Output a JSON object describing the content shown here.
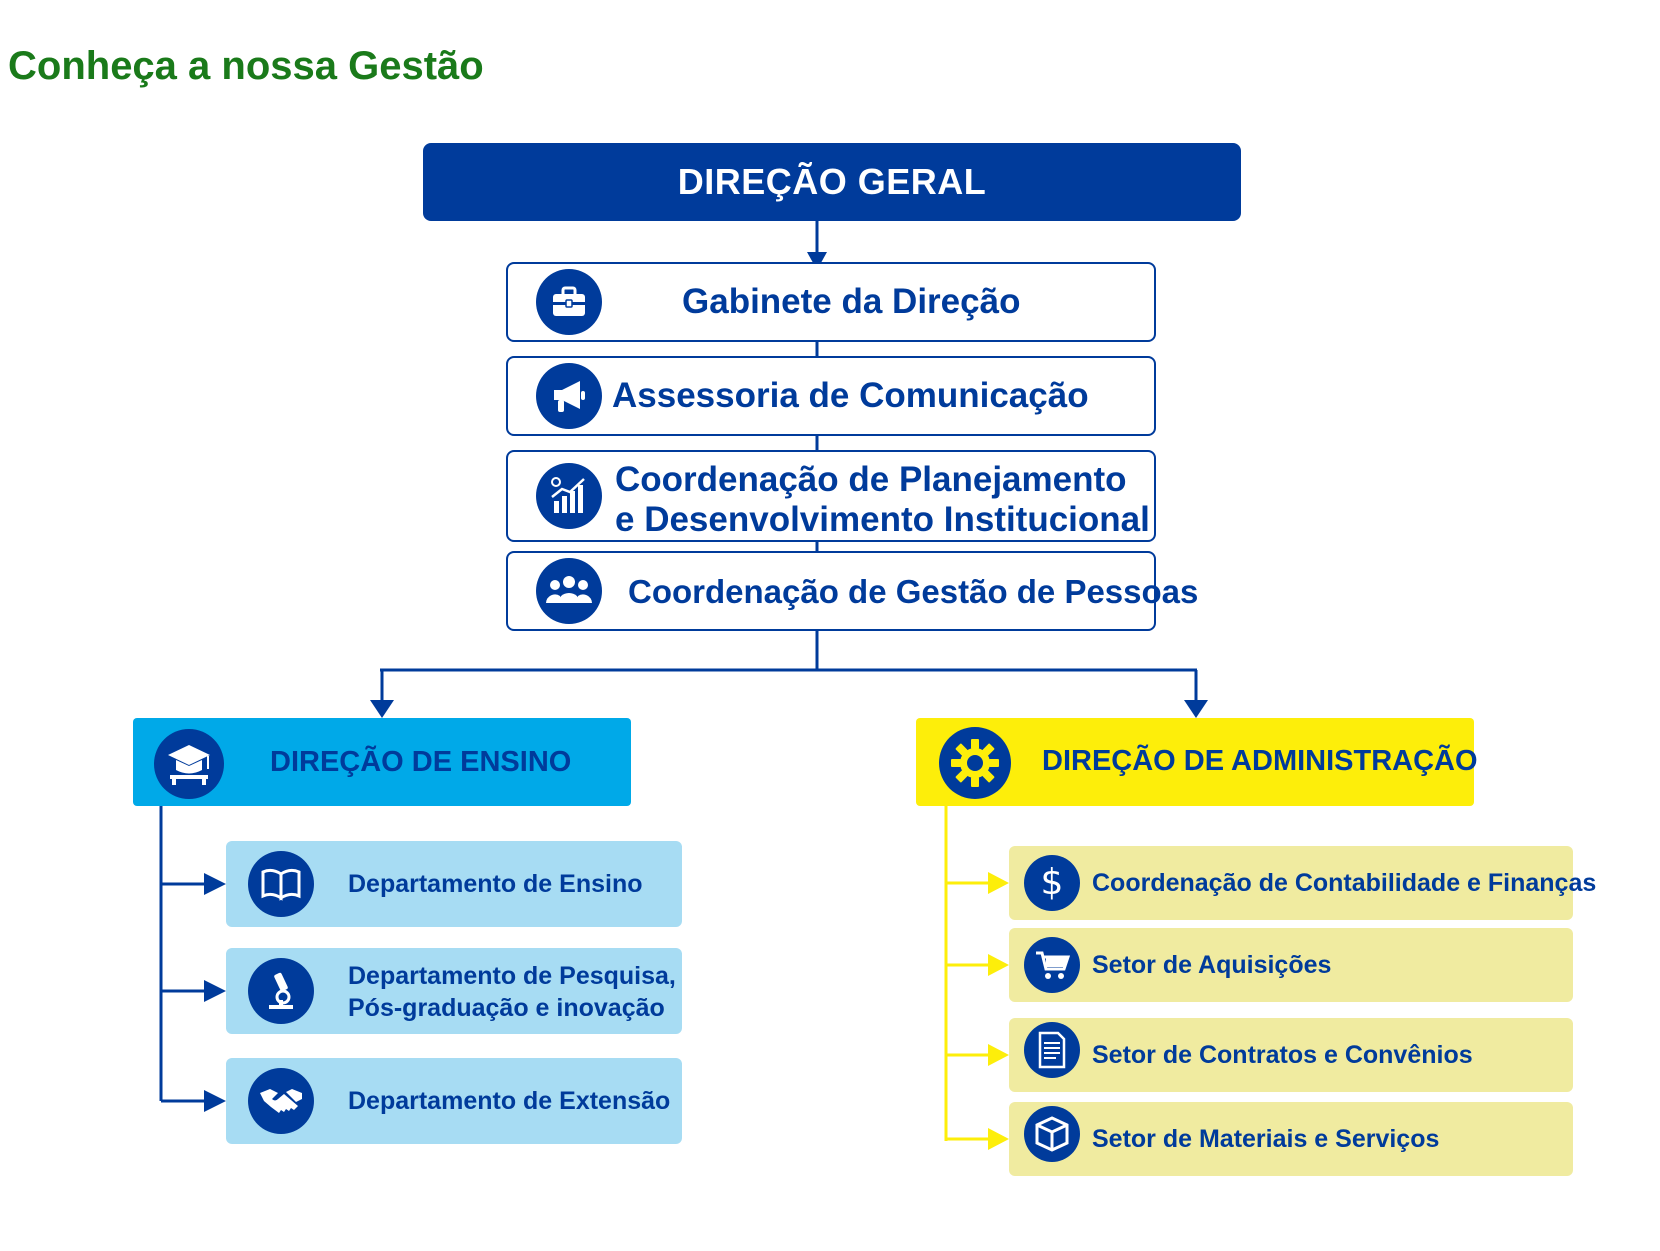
{
  "page_title": "Conheça a nossa Gestão",
  "colors": {
    "navy": "#003b9b",
    "ensino": "#00a9e8",
    "ensino_light": "#a7dcf3",
    "admin": "#fdee0a",
    "admin_light": "#f0eba0",
    "title_green": "#1a7a1a"
  },
  "direcao_geral": {
    "label": "DIREÇÃO GERAL"
  },
  "staff": [
    {
      "label": "Gabinete da Direção",
      "icon": "briefcase-icon"
    },
    {
      "label": "Assessoria de Comunicação",
      "icon": "megaphone-icon"
    },
    {
      "line1": "Coordenação de Planejamento",
      "line2": "e Desenvolvimento Institucional",
      "icon": "growth-chart-icon"
    },
    {
      "label": "Coordenação de Gestão de Pessoas",
      "icon": "people-icon"
    }
  ],
  "ensino": {
    "label": "DIREÇÃO DE ENSINO",
    "icon": "graduation-cap-icon",
    "items": [
      {
        "line1": "Departamento de Ensino",
        "line2": "",
        "icon": "book-icon"
      },
      {
        "line1": "Departamento de Pesquisa,",
        "line2": "Pós-graduação e inovação",
        "icon": "microscope-icon"
      },
      {
        "line1": "Departamento de Extensão",
        "line2": "",
        "icon": "handshake-icon"
      }
    ]
  },
  "administracao": {
    "label": "DIREÇÃO DE ADMINISTRAÇÃO",
    "icon": "gear-icon",
    "items": [
      {
        "label": "Coordenação de Contabilidade e Finanças",
        "icon": "dollar-icon"
      },
      {
        "label": "Setor de Aquisições",
        "icon": "cart-icon"
      },
      {
        "label": "Setor de Contratos e Convênios",
        "icon": "document-icon"
      },
      {
        "label": "Setor de Materiais e Serviços",
        "icon": "box-icon"
      }
    ]
  }
}
